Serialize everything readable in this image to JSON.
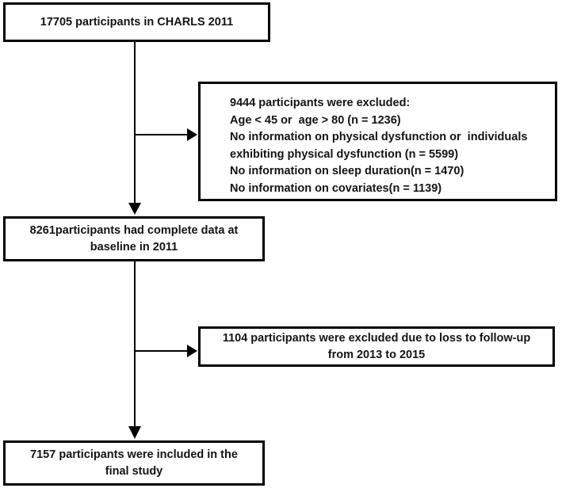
{
  "flowchart": {
    "colors": {
      "box_border": "#000000",
      "background": "#ffffff",
      "text": "#141414",
      "arrow": "#000000"
    },
    "box_top": {
      "text": "17705 participants in CHARLS 2011"
    },
    "box_excl1": {
      "lines": [
        "9444 participants were excluded:",
        "Age < 45 or  age > 80 (n = 1236)",
        "No information on physical dysfunction or  individuals",
        "exhibiting physical dysfunction (n = 5599)",
        "No information on sleep duration(n = 1470)",
        "No information on covariates(n = 1139)"
      ]
    },
    "box_mid": {
      "lines": [
        "8261participants had complete data at",
        "baseline in 2011"
      ]
    },
    "box_excl2": {
      "lines": [
        "1104 participants were excluded due to loss to follow-up",
        "from 2013 to 2015"
      ]
    },
    "box_bottom": {
      "lines": [
        "7157 participants were included in the",
        "final study"
      ]
    }
  }
}
